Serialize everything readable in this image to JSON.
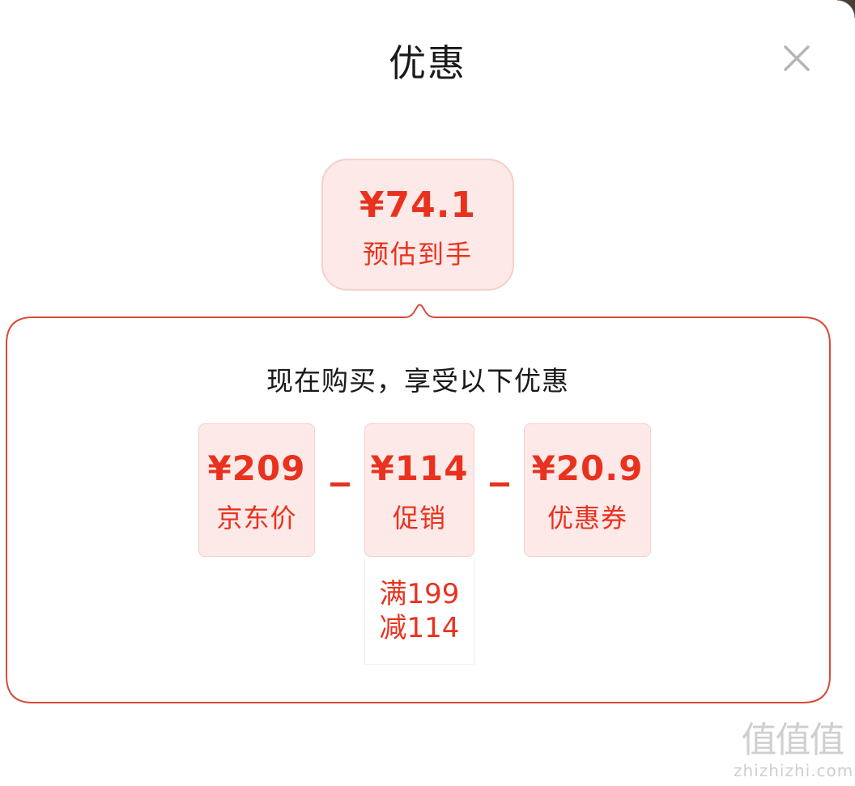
{
  "dialog": {
    "title": "优惠",
    "close_icon": "close-icon"
  },
  "summary": {
    "price": "¥74.1",
    "label": "预估到手"
  },
  "breakdown": {
    "heading": "现在购买，享受以下优惠",
    "items": [
      {
        "amount": "¥209",
        "label": "京东价"
      },
      {
        "amount": "¥114",
        "label": "促销"
      },
      {
        "amount": "¥20.9",
        "label": "优惠券"
      }
    ],
    "operator_icon": "minus-icon",
    "promo_detail": {
      "line1": "满199",
      "line2": "减114"
    }
  },
  "watermark": {
    "glyphs": "值值值",
    "url": "zhizhizhi.com"
  },
  "colors": {
    "accent": "#e8321f",
    "card_bg": "#fde9e7",
    "card_border": "#f6cfcc",
    "panel_border": "#d94a3a"
  }
}
